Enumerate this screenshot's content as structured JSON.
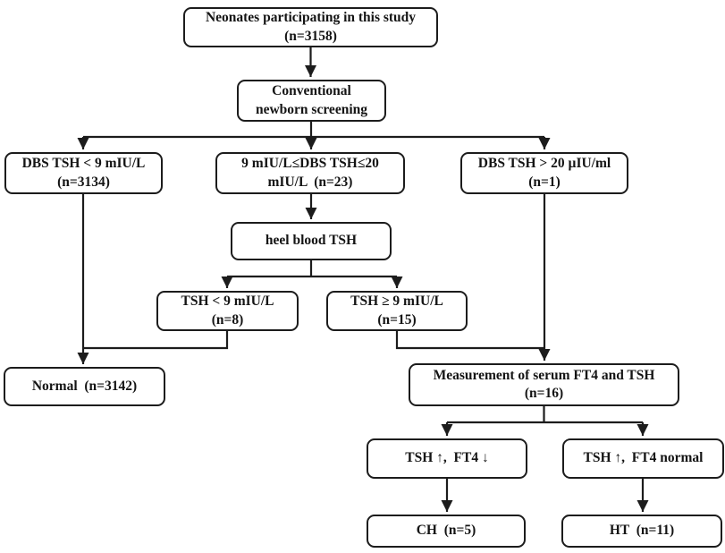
{
  "figure": {
    "type": "flowchart"
  },
  "colors": {
    "box_border": "#1c1c1c",
    "box_background": "#ffffff",
    "text": "#141414",
    "connector_line": "#1c1c1c"
  },
  "nodes": {
    "neonates": "Neonates participating in this study\n(n=3158)",
    "conventional": "Conventional\nnewborn screening",
    "dbs_low": "DBS TSH < 9 mIU/L\n(n=3134)",
    "dbs_mid": "9 mIU/L≤DBS TSH≤20\nmIU/L  (n=23)",
    "dbs_high": "DBS TSH > 20 µIU/ml\n(n=1)",
    "heel_blood": "heel blood TSH",
    "heel_low": "TSH < 9 mIU/L\n(n=8)",
    "heel_high": "TSH ≥ 9 mIU/L\n(n=15)",
    "normal": "Normal  (n=3142)",
    "serum": "Measurement of serum FT4 and TSH\n(n=16)",
    "tsh_up_ft4_down": "TSH ↑,  FT4 ↓",
    "tsh_up_ft4_normal": "TSH ↑,  FT4 normal",
    "ch": "CH  (n=5)",
    "ht": "HT  (n=11)"
  },
  "edges": [
    {
      "from": "neonates",
      "to": "conventional"
    },
    {
      "from": "conventional",
      "to": "dbs_low"
    },
    {
      "from": "conventional",
      "to": "dbs_mid"
    },
    {
      "from": "conventional",
      "to": "dbs_high"
    },
    {
      "from": "dbs_mid",
      "to": "heel_blood"
    },
    {
      "from": "heel_blood",
      "to": "heel_low"
    },
    {
      "from": "heel_blood",
      "to": "heel_high"
    },
    {
      "from": "dbs_low",
      "to": "normal"
    },
    {
      "from": "heel_low",
      "to": "normal"
    },
    {
      "from": "heel_high",
      "to": "serum"
    },
    {
      "from": "dbs_high",
      "to": "serum"
    },
    {
      "from": "serum",
      "to": "tsh_up_ft4_down"
    },
    {
      "from": "serum",
      "to": "tsh_up_ft4_normal"
    },
    {
      "from": "tsh_up_ft4_down",
      "to": "ch"
    },
    {
      "from": "tsh_up_ft4_normal",
      "to": "ht"
    }
  ]
}
